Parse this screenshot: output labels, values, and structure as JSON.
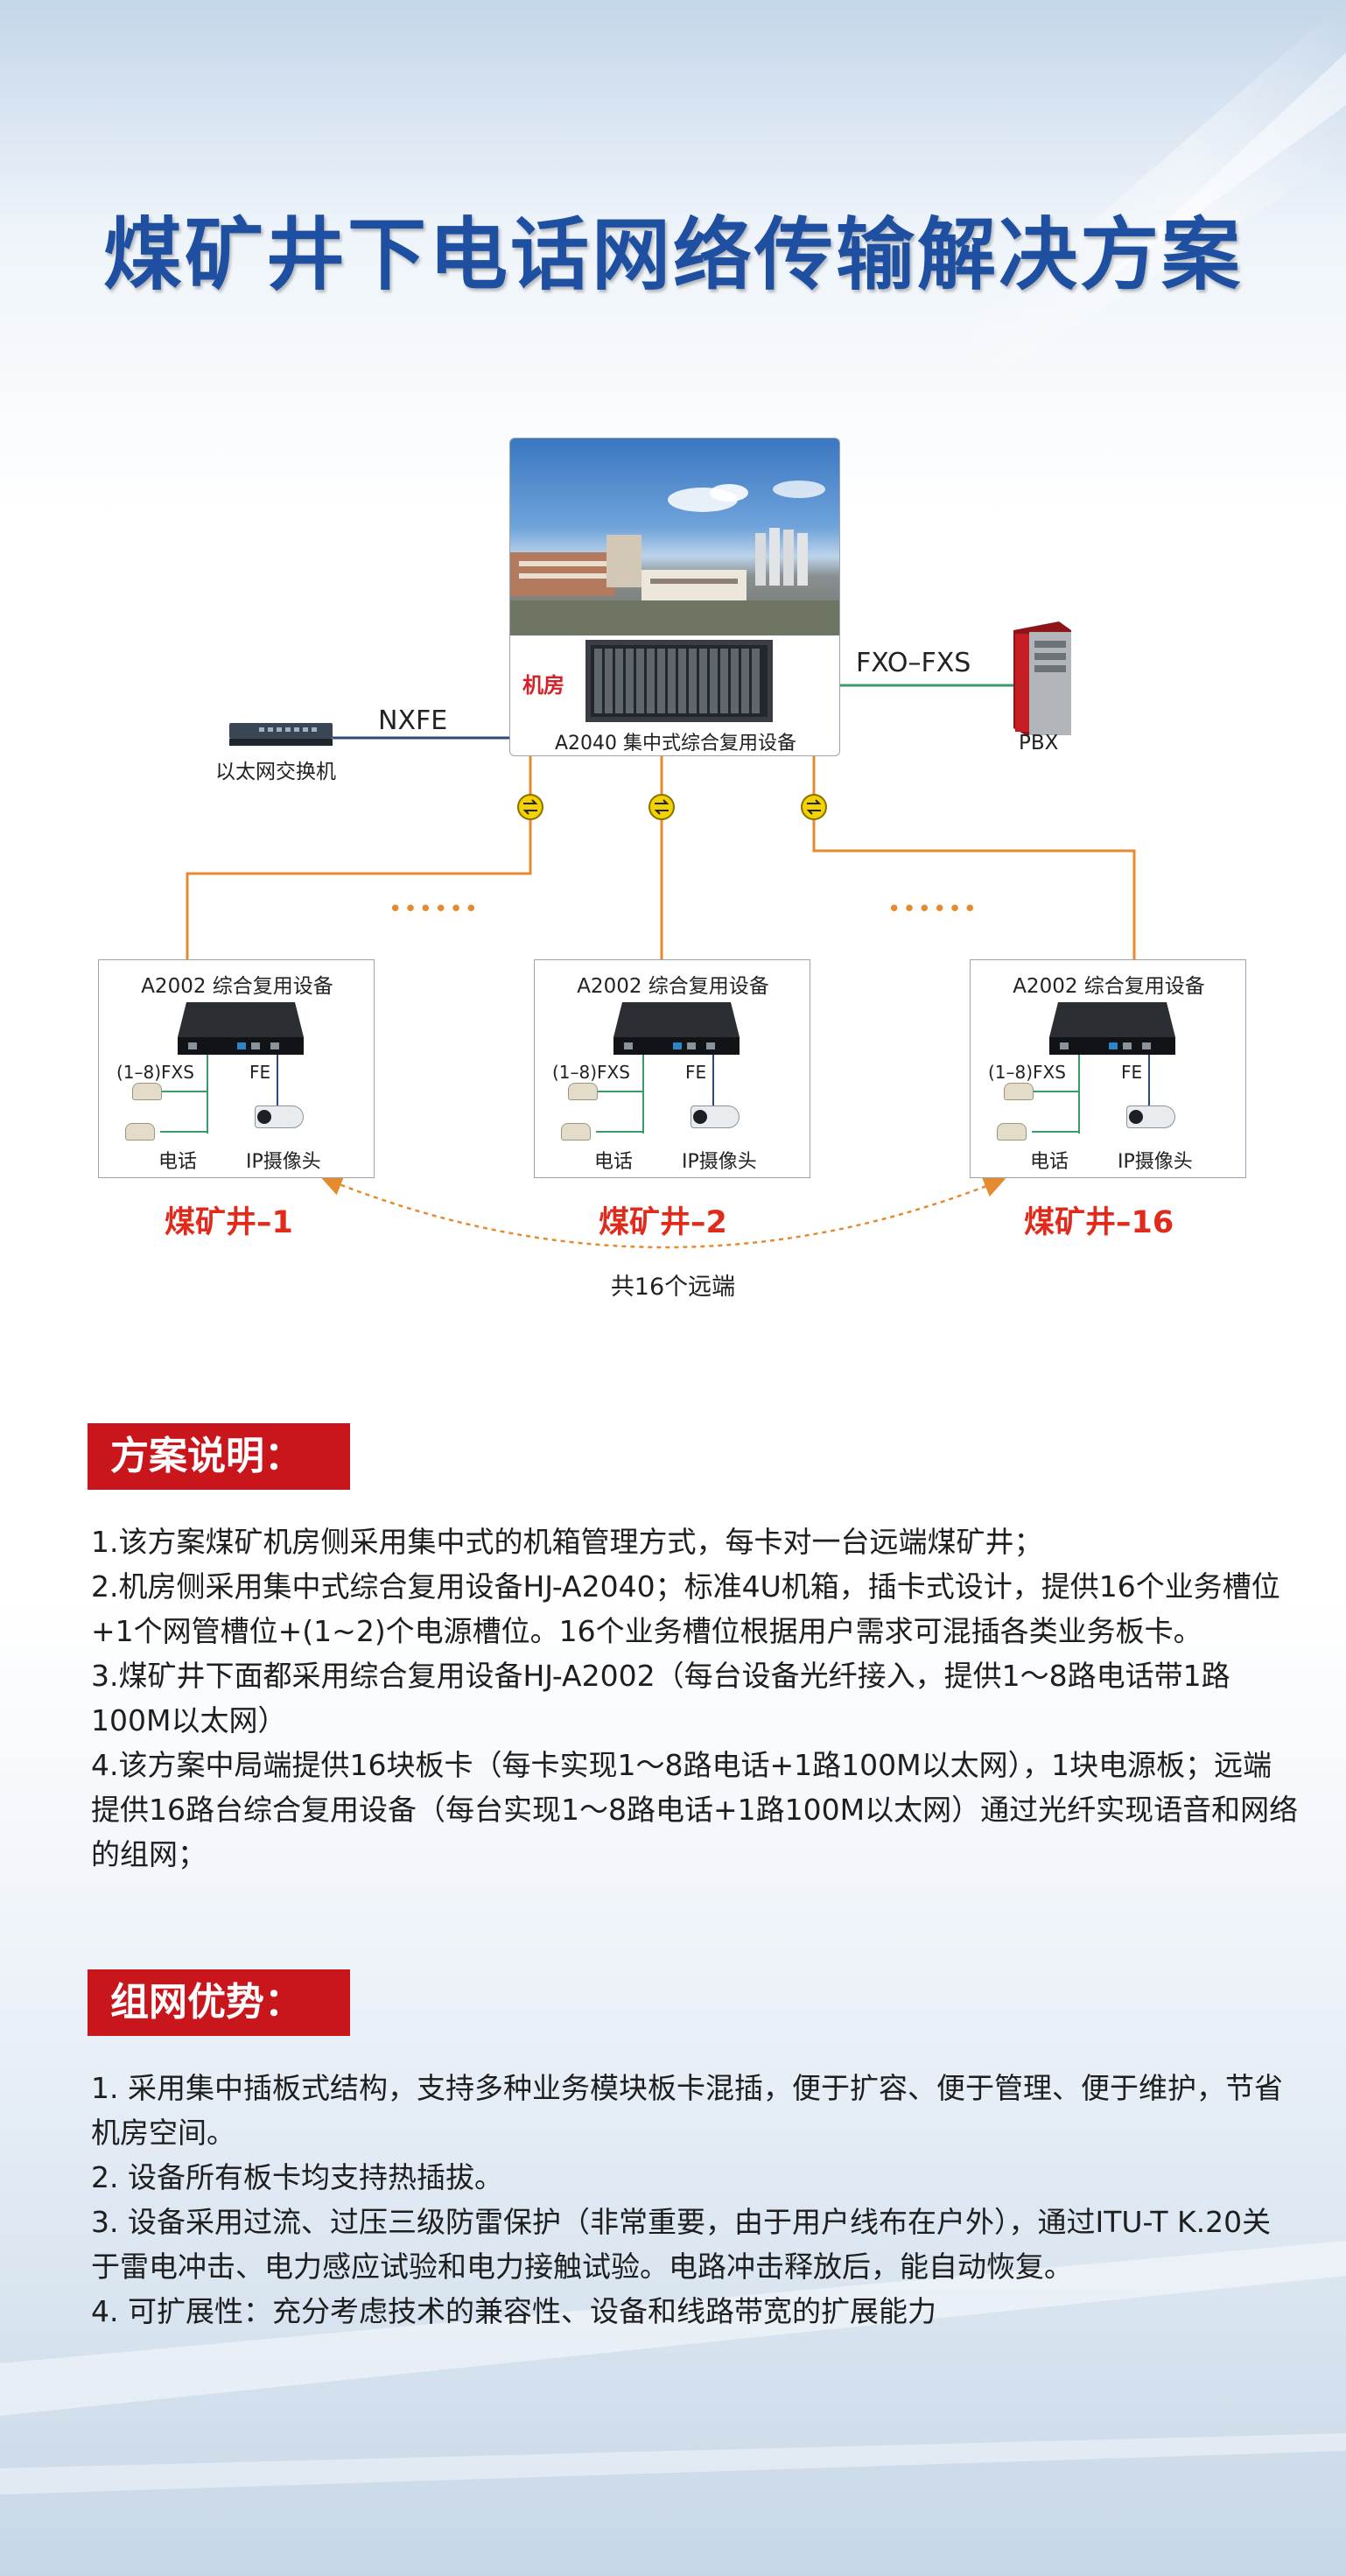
{
  "title": "煤矿井下电话网络传输解决方案",
  "diagram": {
    "hub": {
      "room_label": "机房",
      "device_label": "A2040 集中式综合复用设备"
    },
    "ethernet_link_label": "NXFE",
    "ethernet_switch_label": "以太网交换机",
    "pbx_link_label": "FXO–FXS",
    "pbx_label": "PBX",
    "ellipsis_left": "••••••",
    "ellipsis_right": "••••••",
    "remotes": [
      {
        "device_label": "A2002 综合复用设备",
        "fxs_label": "(1–8)FXS",
        "fe_label": "FE",
        "phone_label": "电话",
        "camera_label": "IP摄像头",
        "site_label": "煤矿井–1"
      },
      {
        "device_label": "A2002 综合复用设备",
        "fxs_label": "(1–8)FXS",
        "fe_label": "FE",
        "phone_label": "电话",
        "camera_label": "IP摄像头",
        "site_label": "煤矿井–2"
      },
      {
        "device_label": "A2002 综合复用设备",
        "fxs_label": "(1–8)FXS",
        "fe_label": "FE",
        "phone_label": "电话",
        "camera_label": "IP摄像头",
        "site_label": "煤矿井–16"
      }
    ],
    "remote_count_label": "共16个远端",
    "colors": {
      "fiber": "#e58a2e",
      "ethernet": "#2f4a7a",
      "pbx": "#3a9a6a",
      "site": "#e02a1c"
    }
  },
  "sections": {
    "description": {
      "heading": "方案说明：",
      "items": [
        "1.该方案煤矿机房侧采用集中式的机箱管理方式，每卡对一台远端煤矿井；",
        "2.机房侧采用集中式综合复用设备HJ-A2040；标准4U机箱，插卡式设计，提供16个业务槽位+1个网管槽位+(1~2)个电源槽位。16个业务槽位根据用户需求可混插各类业务板卡。",
        "3.煤矿井下面都采用综合复用设备HJ-A2002（每台设备光纤接入，提供1～8路电话带1路100M以太网）",
        "4.该方案中局端提供16块板卡（每卡实现1～8路电话+1路100M以太网），1块电源板；远端提供16路台综合复用设备（每台实现1～8路电话+1路100M以太网）通过光纤实现语音和网络的组网；"
      ]
    },
    "advantages": {
      "heading": "组网优势：",
      "items": [
        "1. 采用集中插板式结构，支持多种业务模块板卡混插，便于扩容、便于管理、便于维护，节省机房空间。",
        "2. 设备所有板卡均支持热插拔。",
        "3. 设备采用过流、过压三级防雷保护（非常重要，由于用户线布在户外），通过ITU-T K.20关于雷电冲击、电力感应试验和电力接触试验。电路冲击释放后，能自动恢复。",
        "4. 可扩展性：充分考虑技术的兼容性、设备和线路带宽的扩展能力"
      ]
    }
  }
}
